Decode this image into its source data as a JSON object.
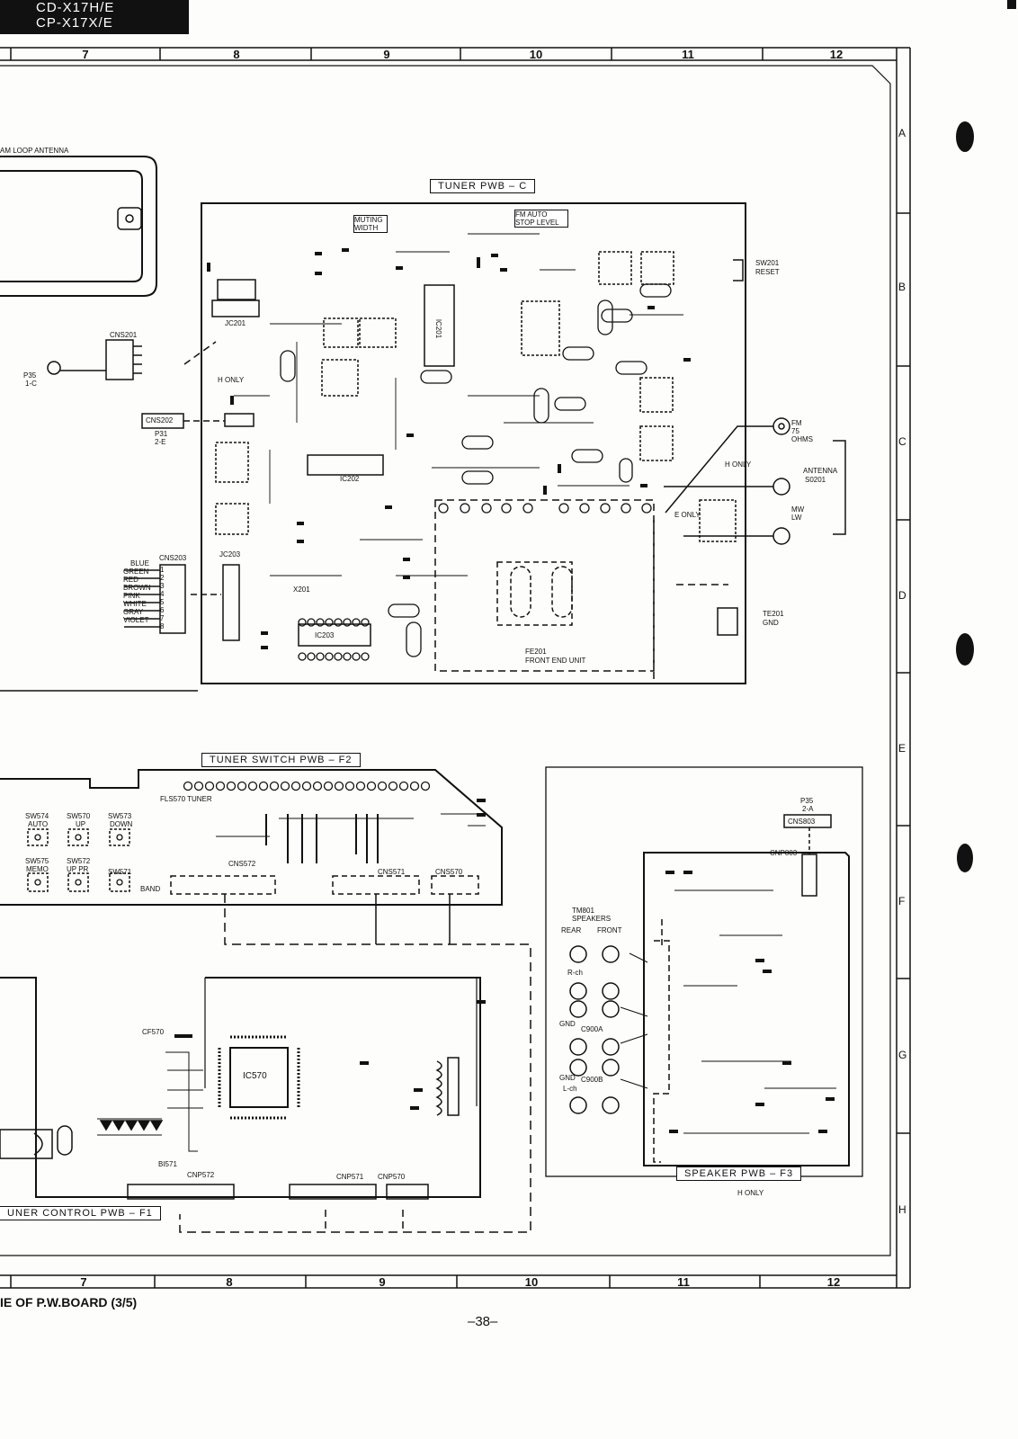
{
  "header": {
    "line1": "CD-X17H/E",
    "line2": "CP-X17X/E"
  },
  "grid": {
    "columns": [
      "7",
      "8",
      "9",
      "10",
      "11",
      "12"
    ],
    "rows": [
      "A",
      "B",
      "C",
      "D",
      "E",
      "F",
      "G",
      "H"
    ]
  },
  "boards": {
    "tuner_c": "TUNER  PWB – C",
    "tuner_switch": "TUNER  SWITCH  PWB – F2",
    "tuner_control": "UNER  CONTROL  PWB – F1",
    "speaker": "SPEAKER  PWB – F3",
    "speaker_note": "H ONLY"
  },
  "labels": {
    "am_loop": "AM LOOP ANTENNA",
    "muting_width": "MUTING WIDTH",
    "fm_auto": "FM AUTO STOP LEVEL",
    "sw201": "SW201",
    "reset": "RESET",
    "cns201": "CNS201",
    "jc201": "JC201",
    "p35_1c": "P35",
    "p35_1c_b": "1-C",
    "cns202": "CNS202",
    "p31": "P31",
    "p31_b": "2-E",
    "cns203": "CNS203",
    "jc203": "JC203",
    "fm_75": "FM",
    "fm_75_b": "75",
    "fm_75_c": "OHMS",
    "antenna": "ANTENNA",
    "s0201": "S0201",
    "mw": "MW",
    "lw": "LW",
    "te201": "TE201",
    "gnd": "GND",
    "fe201": "FE201",
    "front_end": "FRONT END UNIT",
    "ic201": "IC201",
    "ic202": "IC202",
    "ic203": "IC203",
    "x201": "X201",
    "h_only": "H ONLY",
    "e_only": "E ONLY",
    "fls570": "FLS570  TUNER",
    "cns572": "CNS572",
    "cns571": "CNS571",
    "cns570": "CNS570",
    "sw574": "SW574",
    "auto": "AUTO",
    "sw570": "SW570",
    "up": "UP",
    "sw573": "SW573",
    "down": "DOWN",
    "sw575": "SW575",
    "memo": "MEMO",
    "sw572": "SW572",
    "up_pr": "UP PR",
    "sw571": "SW571",
    "band": "BAND",
    "ic570": "IC570",
    "cnp572": "CNP572",
    "cnp571": "CNP571",
    "cnp570": "CNP570",
    "p35_2a": "P35",
    "p35_2a_b": "2-A",
    "cns803": "CNS803",
    "cnp803": "CNP803",
    "tm801": "TM801",
    "speakers": "SPEAKERS",
    "rear": "REAR",
    "front": "FRONT",
    "rch": "R-ch",
    "lch": "L-ch",
    "gnd2": "GND",
    "gnd3": "GND",
    "c900a": "C900A",
    "c900b": "C900B",
    "cf570": "CF570",
    "bi571": "BI571"
  },
  "wire_colors": [
    "BLUE",
    "GREEN",
    "RED",
    "BROWN",
    "PINK",
    "WHITE",
    "GRAY",
    "VIOLET"
  ],
  "wire_pins": [
    "1",
    "2",
    "3",
    "4",
    "5",
    "6",
    "7",
    "8"
  ],
  "footer": {
    "title": "IE OF P.W.BOARD (3/5)",
    "page": "–38–"
  }
}
